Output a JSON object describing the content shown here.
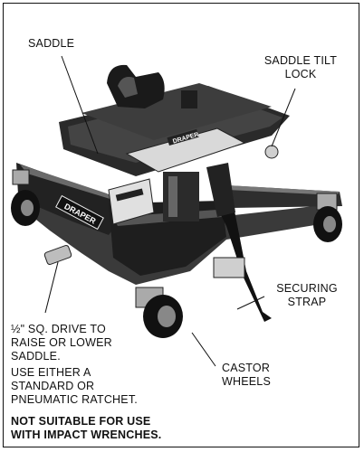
{
  "labels": {
    "saddle": "SADDLE",
    "saddle_tilt_lock_line1": "SADDLE TILT",
    "saddle_tilt_lock_line2": "LOCK",
    "securing_strap_line1": "SECURING",
    "securing_strap_line2": "STRAP",
    "drive_line1": "½\" SQ. DRIVE TO",
    "drive_line2": "RAISE OR LOWER",
    "drive_line3": "SADDLE.",
    "ratchet_line1": "USE EITHER A",
    "ratchet_line2": "STANDARD OR",
    "ratchet_line3": "PNEUMATIC RATCHET.",
    "castor_line1": "CASTOR",
    "castor_line2": "WHEELS",
    "warning_line1": "NOT SUITABLE FOR USE",
    "warning_line2": "WITH IMPACT WRENCHES."
  },
  "brand": {
    "logo_text": "DRAPER",
    "saddle_logo_text": "DRAPER"
  },
  "colors": {
    "ink": "#111111",
    "body_dark": "#2a2a2a",
    "body_mid": "#555555",
    "body_light": "#9a9a9a",
    "plate": "#d9d9d9"
  }
}
